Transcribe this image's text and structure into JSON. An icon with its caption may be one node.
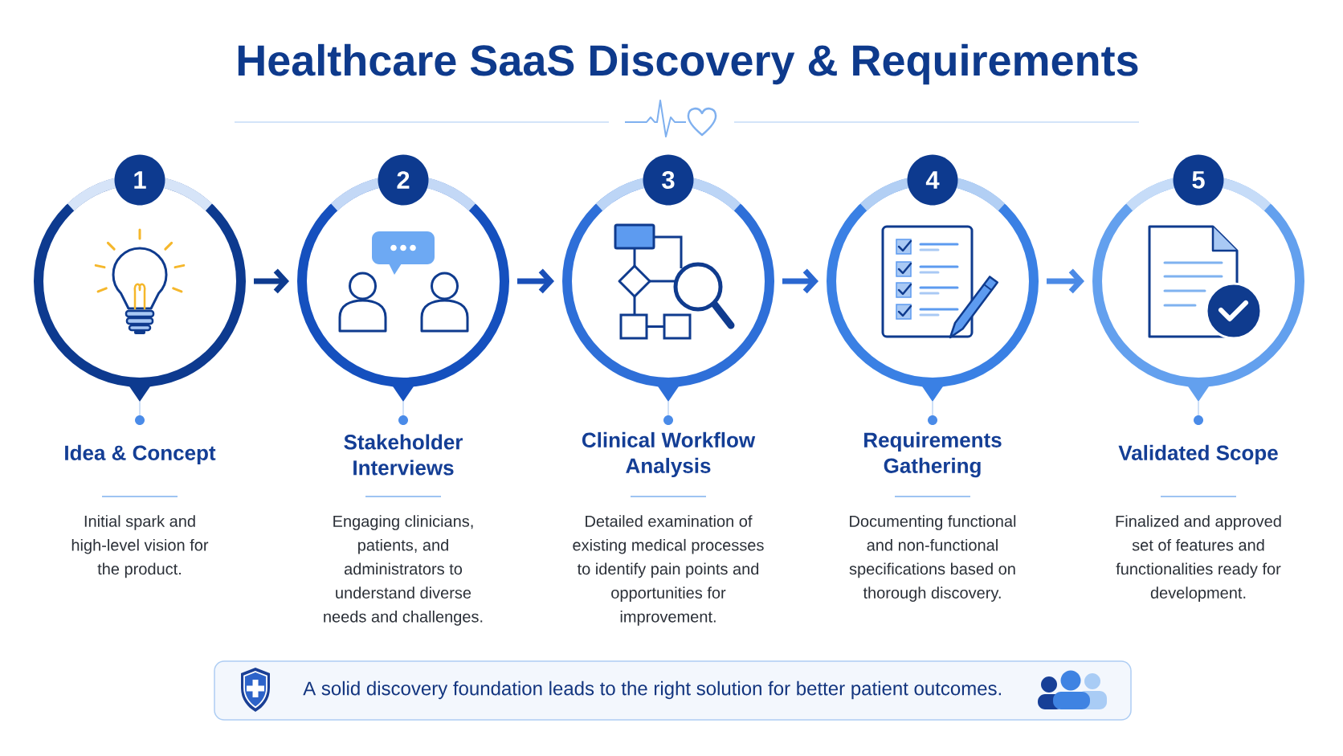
{
  "diagram": {
    "title": "Healthcare SaaS Discovery & Requirements",
    "nodes": [
      {
        "text": [
          "1"
        ],
        "beside": [
          "Idea & Concept",
          "Initial spark and high-level vision for the product."
        ]
      },
      {
        "text": [
          "2"
        ],
        "beside": [
          "Stakeholder Interviews",
          "Engaging clinicians, patients, and administrators to understand diverse needs and challenges."
        ]
      },
      {
        "text": [
          "3"
        ],
        "beside": [
          "Clinical Workflow Analysis",
          "Detailed examination of existing medical processes to identify pain points and opportunities for improvement."
        ]
      },
      {
        "text": [
          "4"
        ],
        "beside": [
          "Requirements Gathering",
          "Documenting functional and non-functional specifications based on thorough discovery."
        ]
      },
      {
        "text": [
          "5"
        ],
        "beside": [
          "Validated Scope",
          "Finalized and approved set of features and functionalities ready for development."
        ]
      },
      {
        "text": [
          "A solid discovery foundation leads to the right solution for better patient outcomes."
        ]
      }
    ],
    "edges": [
      {
        "from": 0,
        "to": 1,
        "arrow": "to",
        "color": "#0e3b8f"
      },
      {
        "from": 1,
        "to": 2,
        "arrow": "to",
        "color": "#1a4fb8"
      },
      {
        "from": 2,
        "to": 3,
        "arrow": "to",
        "color": "#2a67d0"
      },
      {
        "from": 3,
        "to": 4,
        "arrow": "to",
        "color": "#4b8ae6"
      }
    ]
  }
}
